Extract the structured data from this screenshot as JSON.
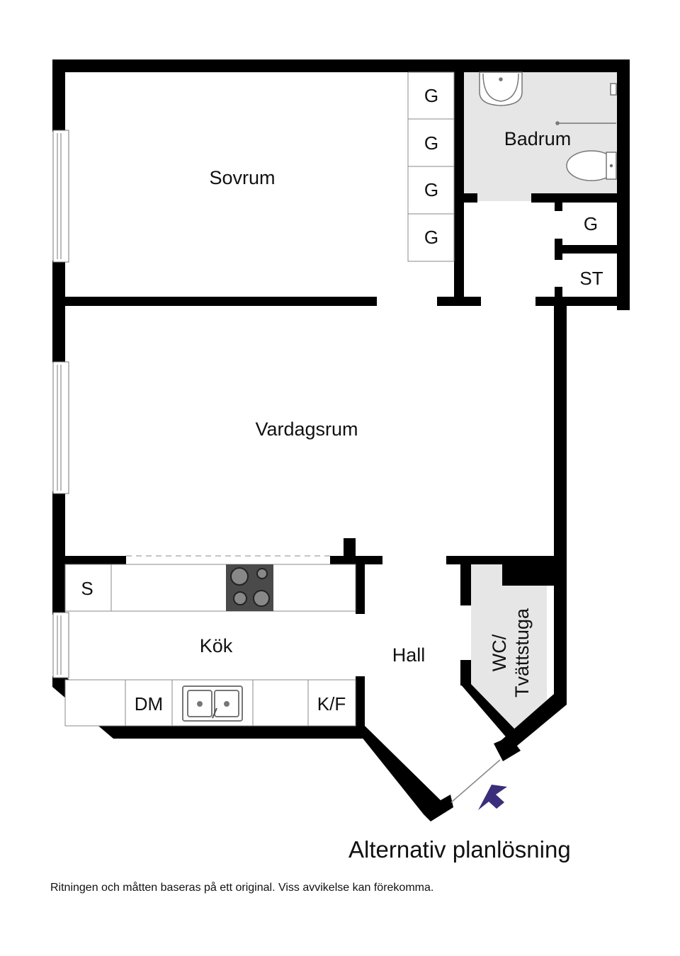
{
  "plan": {
    "title": "Alternativ planlösning",
    "disclaimer": "Ritningen och måtten baseras på ett original. Viss avvikelse kan förekomma.",
    "colors": {
      "wall": "#000000",
      "wet_room_fill": "#e6e6e6",
      "fixture_stroke": "#777777",
      "stove_fill": "#4a4a4a",
      "entrance_arrow": "#3b2e7a"
    },
    "rooms": {
      "sovrum": "Sovrum",
      "badrum": "Badrum",
      "vardagsrum": "Vardagsrum",
      "kok": "Kök",
      "hall": "Hall",
      "wc_line1": "WC/",
      "wc_line2": "Tvättstuga"
    },
    "closets": {
      "wardrobe_1": "G",
      "wardrobe_2": "G",
      "wardrobe_3": "G",
      "wardrobe_4": "G",
      "hall_wardrobe": "G",
      "storage": "ST"
    },
    "kitchen": {
      "pantry": "S",
      "dishwasher": "DM",
      "fridge_freezer": "K/F"
    },
    "entrance_icon": "entrance-arrow-icon"
  }
}
